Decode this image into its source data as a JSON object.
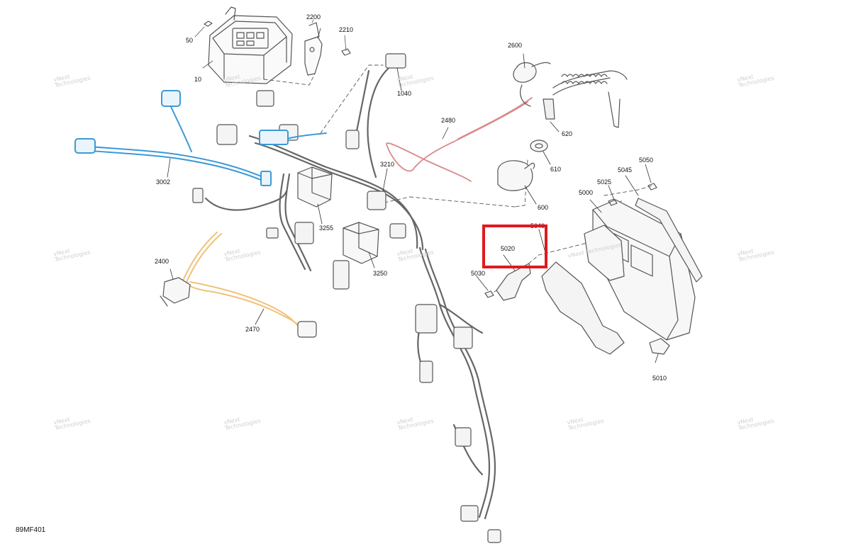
{
  "diagram": {
    "code": "89MF401",
    "highlight_color": "#e1191f",
    "colors": {
      "line": "#555555",
      "harness_blue": "#3c9ad6",
      "harness_orange": "#f0c27a",
      "harness_red": "#d98a8a"
    },
    "highlighted_part": "5020",
    "callouts": {
      "p10": "10",
      "p50": "50",
      "p2200": "2200",
      "p2210": "2210",
      "p1040": "1040",
      "p2600": "2600",
      "p620": "620",
      "p2480": "2480",
      "p610": "610",
      "p600": "600",
      "p3002": "3002",
      "p3210": "3210",
      "p3255": "3255",
      "p3250": "3250",
      "p2400": "2400",
      "p2470": "2470",
      "p5050": "5050",
      "p5045": "5045",
      "p5025": "5025",
      "p5000": "5000",
      "p5040": "5040",
      "p5020": "5020",
      "p5030": "5030",
      "p5010": "5010"
    },
    "watermark": {
      "line1": "vNext",
      "line2": "Technologies",
      "single": "vNext Technologies"
    }
  }
}
